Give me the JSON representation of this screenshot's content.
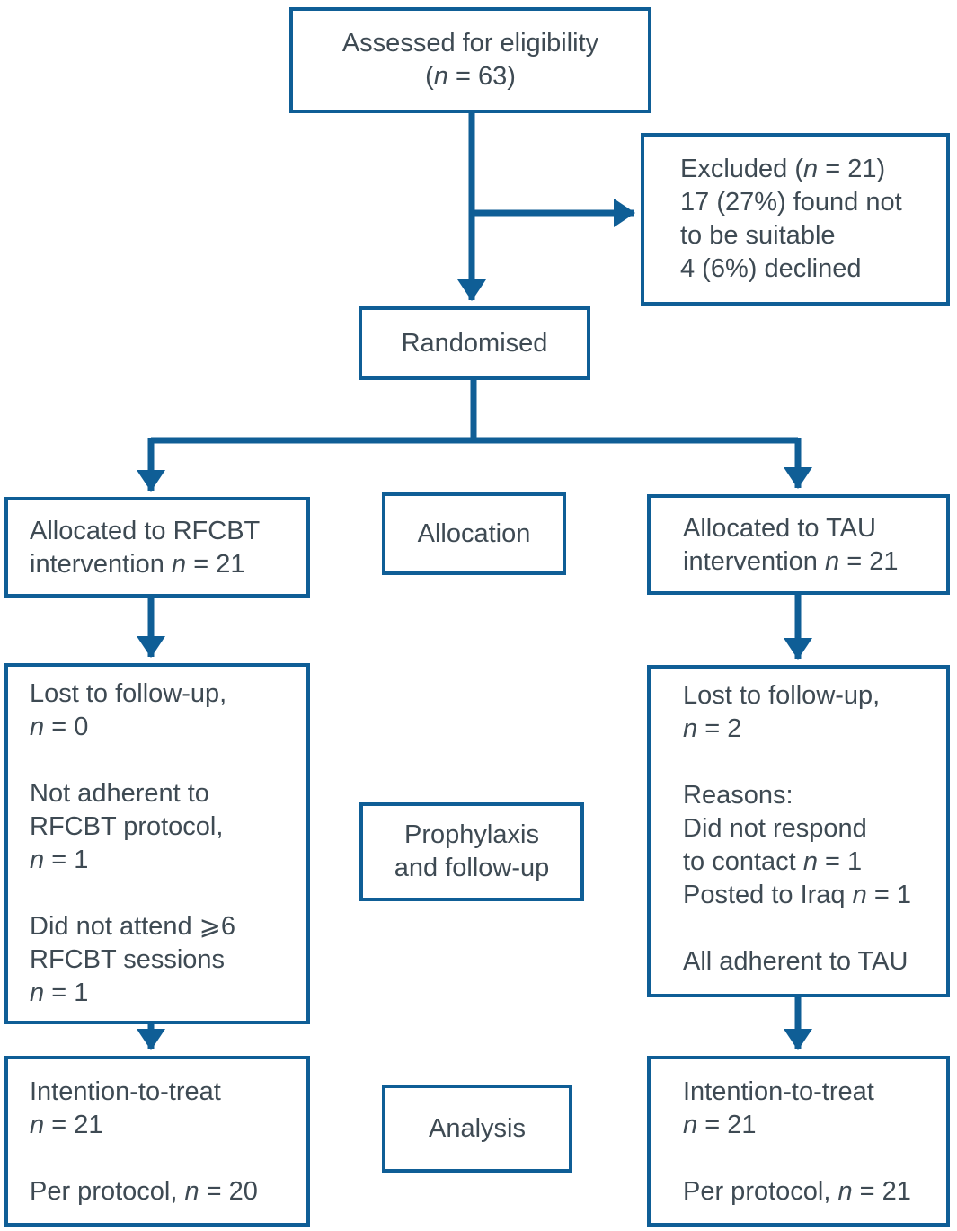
{
  "colors": {
    "line_and_border": "#0f5e96",
    "text": "#3e4a53",
    "background": "#ffffff"
  },
  "boxes": {
    "assessed": {
      "lines": [
        "Assessed for eligibility",
        "(n = 63)"
      ]
    },
    "excluded": {
      "lines": [
        "Excluded (n = 21)",
        "17 (27%) found not",
        "to be suitable",
        "4 (6%) declined"
      ]
    },
    "randomised": {
      "lines": [
        "Randomised"
      ]
    },
    "allocated_rfcbt": {
      "lines": [
        "Allocated to RFCBT",
        "intervention n = 21"
      ]
    },
    "allocation_label": {
      "lines": [
        "Allocation"
      ]
    },
    "allocated_tau": {
      "lines": [
        "Allocated to TAU",
        "intervention n = 21"
      ]
    },
    "followup_rfcbt": {
      "lines": [
        "Lost to follow-up,",
        "n = 0",
        "",
        "Not adherent to",
        "RFCBT protocol,",
        "n = 1",
        "",
        "Did not attend ⩾6",
        "RFCBT sessions",
        "n = 1"
      ]
    },
    "prophylaxis_label": {
      "lines": [
        "Prophylaxis",
        "and follow-up"
      ]
    },
    "followup_tau": {
      "lines": [
        "Lost to follow-up,",
        "n = 2",
        "",
        "Reasons:",
        "Did not respond",
        "to contact n = 1",
        "Posted to Iraq n = 1",
        "",
        "All adherent to TAU"
      ]
    },
    "analysis_rfcbt": {
      "lines": [
        "Intention-to-treat",
        "n = 21",
        "",
        "Per protocol, n = 20"
      ]
    },
    "analysis_label": {
      "lines": [
        "Analysis"
      ]
    },
    "analysis_tau": {
      "lines": [
        "Intention-to-treat",
        "n = 21",
        "",
        "Per protocol, n = 21"
      ]
    }
  }
}
